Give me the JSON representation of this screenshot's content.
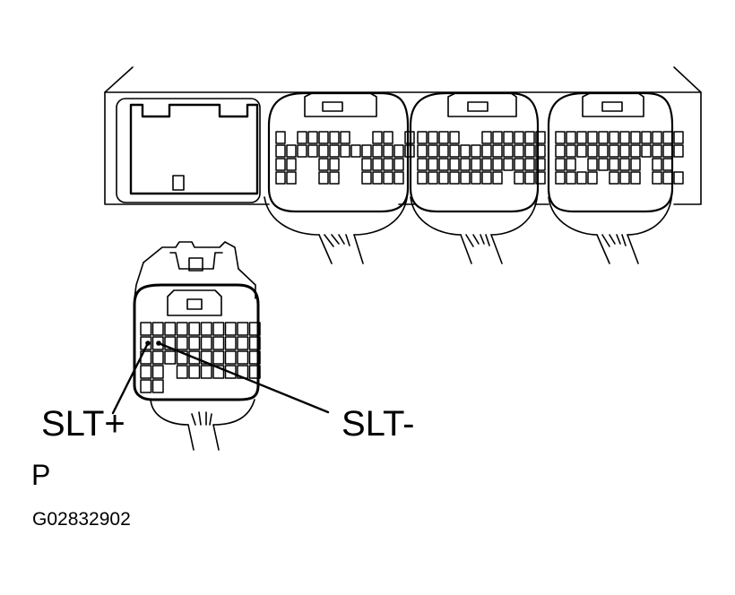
{
  "labels": {
    "slt_plus": "SLT+",
    "slt_minus": "SLT-",
    "connector": "P",
    "figure_code": "G02832902"
  },
  "colors": {
    "ink": "#000000",
    "background": "#ffffff"
  }
}
